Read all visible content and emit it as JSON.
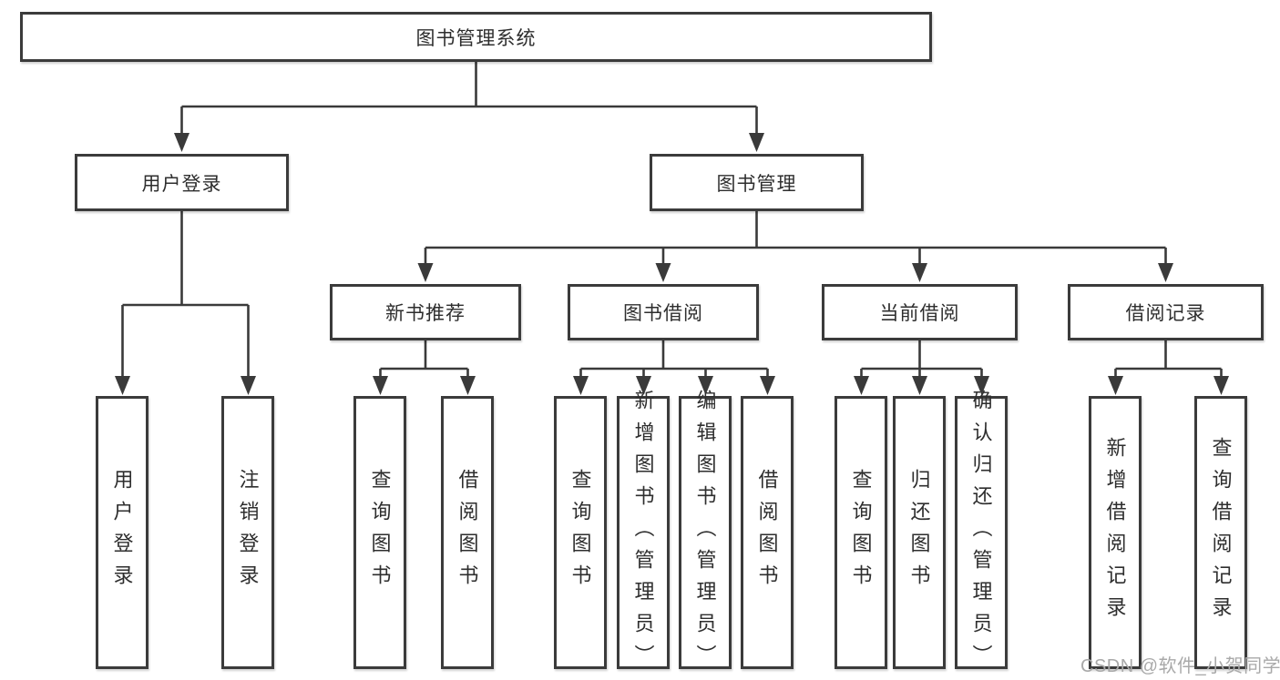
{
  "root": {
    "label": "图书管理系统"
  },
  "branches": [
    {
      "label": "用户登录",
      "children": [
        {
          "label": "用户登录"
        },
        {
          "label": "注销登录"
        }
      ]
    },
    {
      "label": "图书管理",
      "children": [
        {
          "label": "新书推荐",
          "children": [
            {
              "label": "查询图书"
            },
            {
              "label": "借阅图书"
            }
          ]
        },
        {
          "label": "图书借阅",
          "children": [
            {
              "label": "查询图书"
            },
            {
              "label": "新增图书（管理员）"
            },
            {
              "label": "编辑图书（管理员）"
            },
            {
              "label": "借阅图书"
            }
          ]
        },
        {
          "label": "当前借阅",
          "children": [
            {
              "label": "查询图书"
            },
            {
              "label": "归还图书"
            },
            {
              "label": "确认归还（管理员）"
            }
          ]
        },
        {
          "label": "借阅记录",
          "children": [
            {
              "label": "新增借阅记录"
            },
            {
              "label": "查询借阅记录"
            }
          ]
        }
      ]
    }
  ],
  "watermark": {
    "text": "CSDN @软件_小贺同学"
  },
  "colors": {
    "line": "#3a3a3a",
    "box_border": "#3b3b3b",
    "text": "#2e2e2e",
    "watermark": "#a9a9a9",
    "background": "#ffffff"
  }
}
